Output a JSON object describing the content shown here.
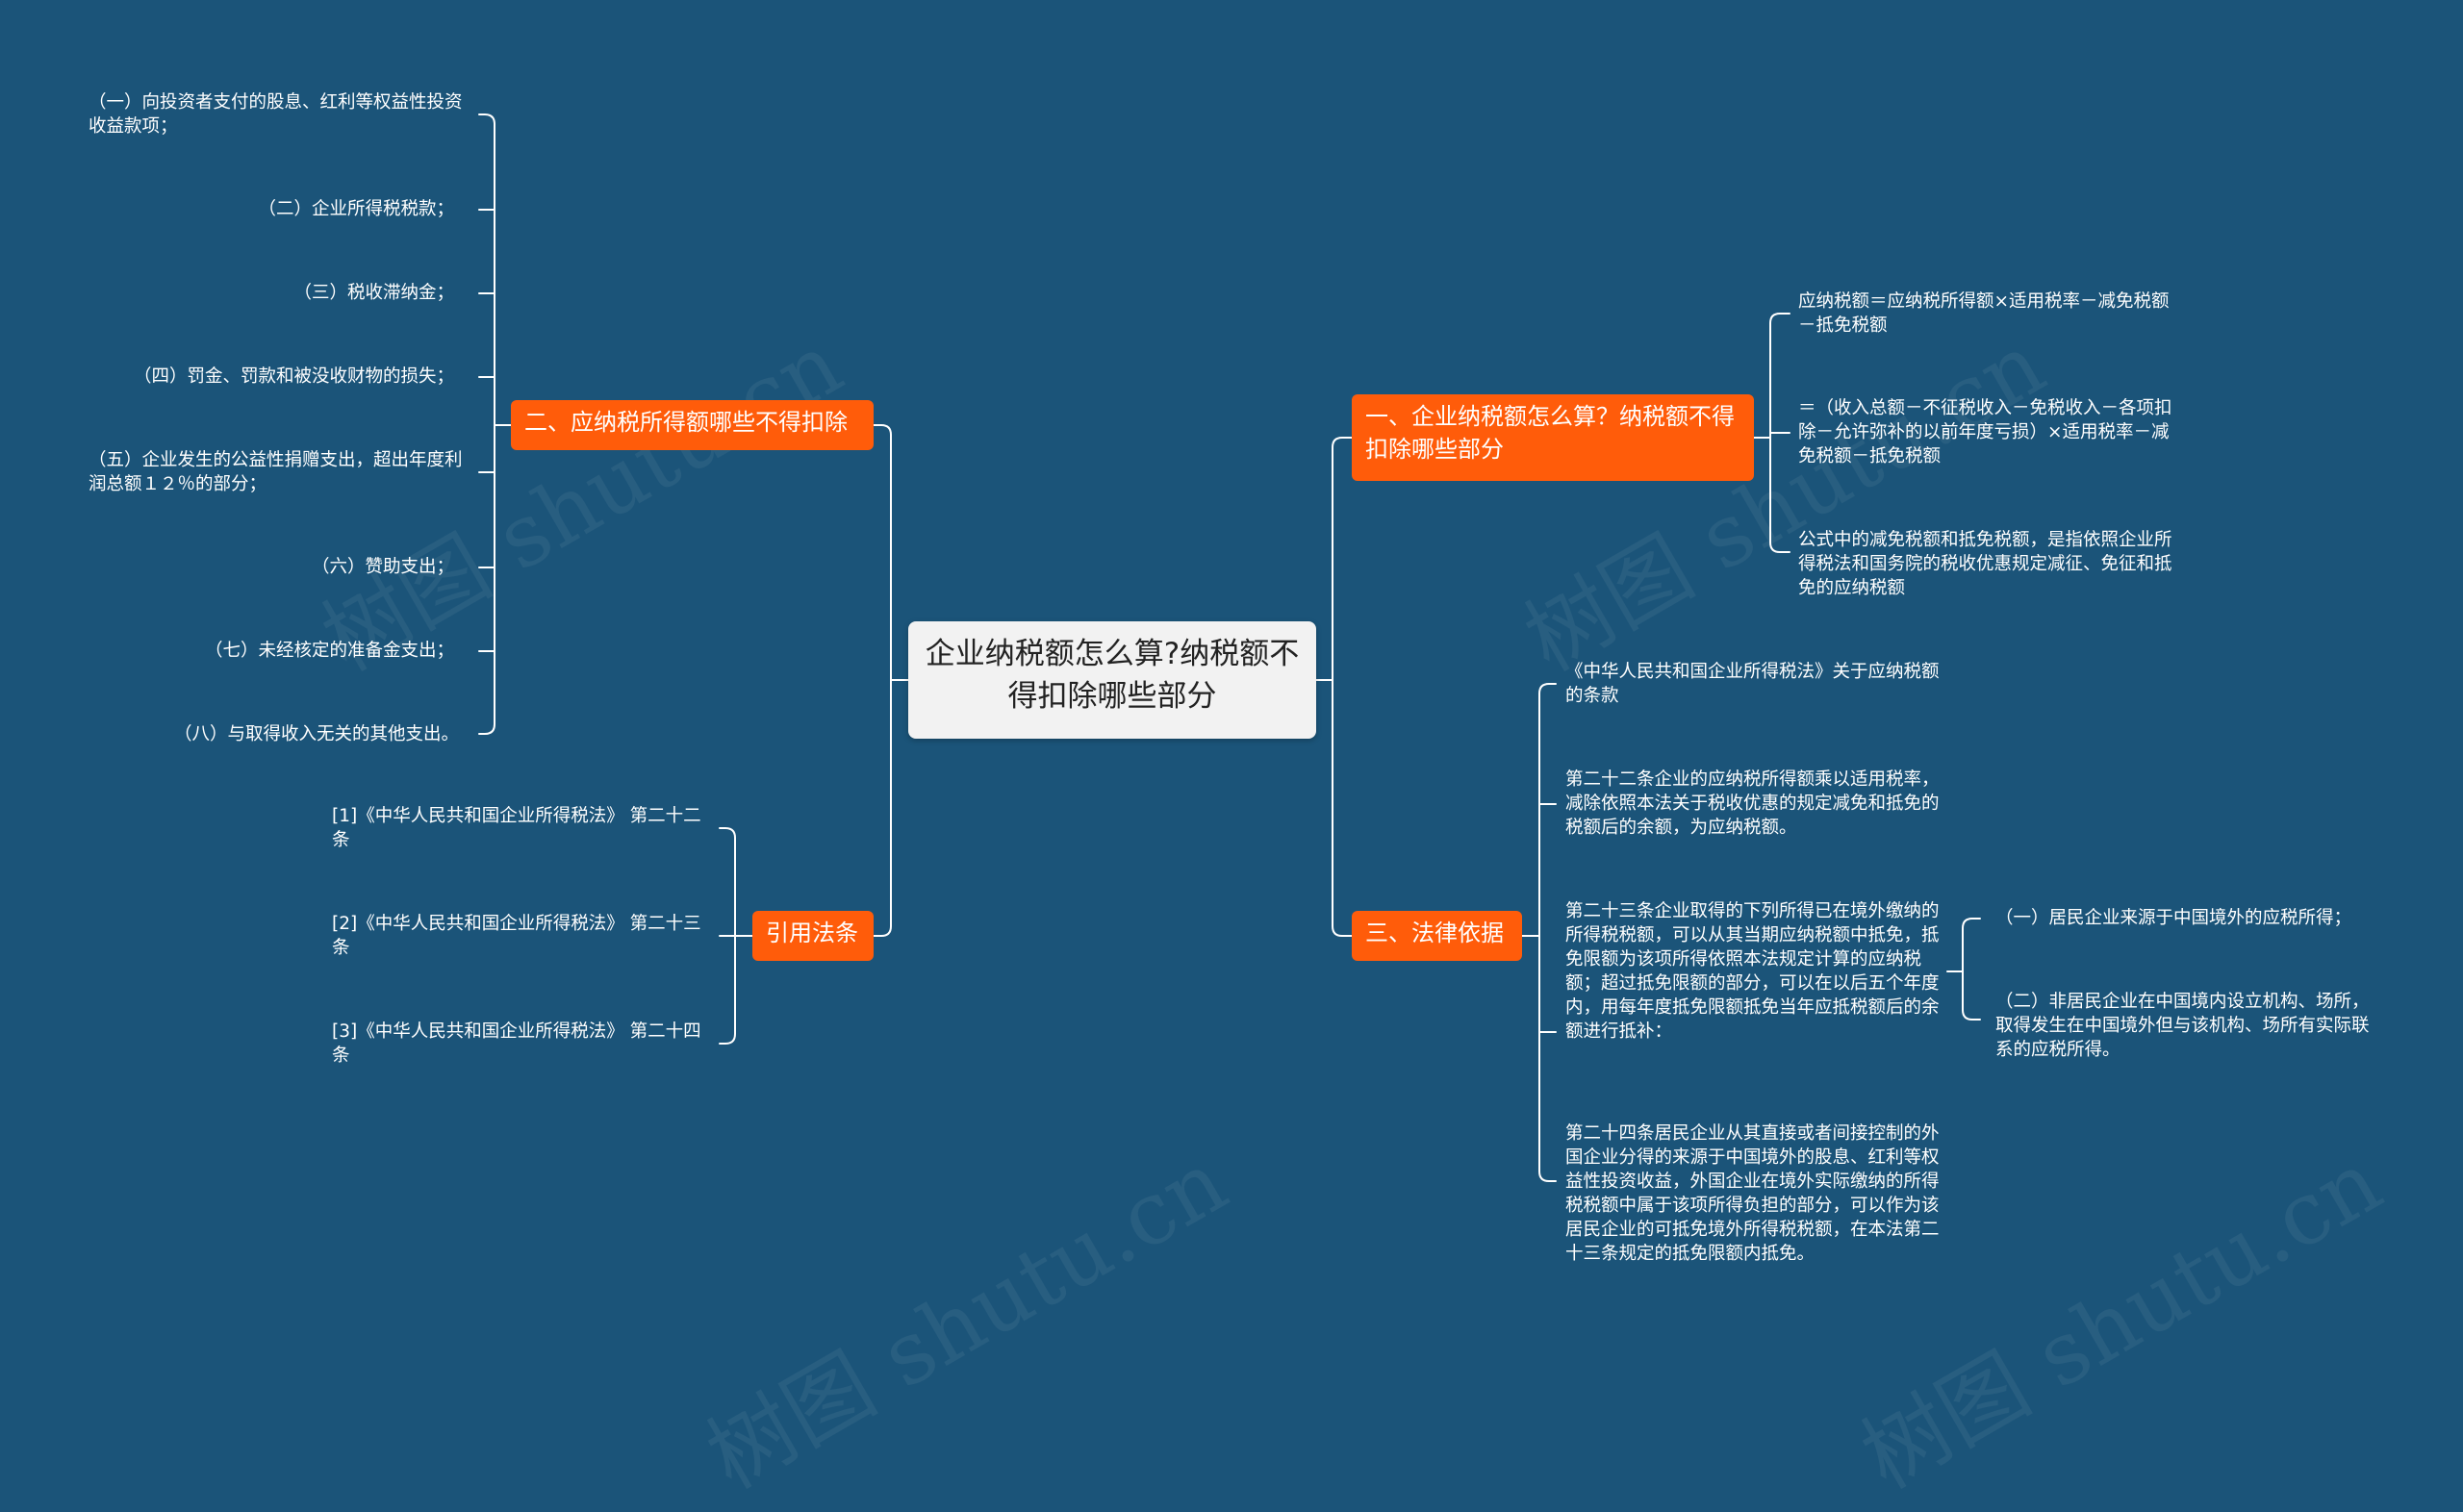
{
  "root": {
    "text": "企业纳税额怎么算?纳税额不得扣除哪些部分"
  },
  "branches": {
    "calc": {
      "label": "一、企业纳税额怎么算？纳税额不得扣除哪些部分",
      "items": [
        "应纳税额＝应纳税所得额×适用税率－减免税额－抵免税额",
        "＝（收入总额－不征税收入－免税收入－各项扣除－允许弥补的以前年度亏损）×适用税率－减免税额－抵免税额",
        "公式中的减免税额和抵免税额，是指依照企业所得税法和国务院的税收优惠规定减征、免征和抵免的应纳税额"
      ]
    },
    "nondeduct": {
      "label": "二、应纳税所得额哪些不得扣除",
      "items": [
        "（一）向投资者支付的股息、红利等权益性投资收益款项；",
        "（二）企业所得税税款；",
        "（三）税收滞纳金；",
        "（四）罚金、罚款和被没收财物的损失；",
        "（五）企业发生的公益性捐赠支出，超出年度利润总额１２％的部分；",
        "（六）赞助支出；",
        "（七）未经核定的准备金支出；",
        "（八）与取得收入无关的其他支出。"
      ]
    },
    "law": {
      "label": "三、法律依据",
      "items": [
        "《中华人民共和国企业所得税法》关于应纳税额的条款",
        "第二十二条企业的应纳税所得额乘以适用税率，减除依照本法关于税收优惠的规定减免和抵免的税额后的余额，为应纳税额。",
        "第二十三条企业取得的下列所得已在境外缴纳的所得税税额，可以从其当期应纳税额中抵免，抵免限额为该项所得依照本法规定计算的应纳税额；超过抵免限额的部分，可以在以后五个年度内，用每年度抵免限额抵免当年应抵税额后的余额进行抵补：",
        "第二十四条居民企业从其直接或者间接控制的外国企业分得的来源于中国境外的股息、红利等权益性投资收益，外国企业在境外实际缴纳的所得税税额中属于该项所得负担的部分，可以作为该居民企业的可抵免境外所得税税额，在本法第二十三条规定的抵免限额内抵免。"
      ],
      "sub_items": [
        "（一）居民企业来源于中国境外的应税所得；",
        "（二）非居民企业在中国境内设立机构、场所，取得发生在中国境外但与该机构、场所有实际联系的应税所得。"
      ]
    },
    "refs": {
      "label": "引用法条",
      "items": [
        "[1]《中华人民共和国企业所得税法》 第二十二条",
        "[2]《中华人民共和国企业所得税法》 第二十三条",
        "[3]《中华人民共和国企业所得税法》 第二十四条"
      ]
    }
  },
  "watermark": "树图 shutu.cn",
  "colors": {
    "background": "#1b5479",
    "branch": "#ff5c0a",
    "root_fill": "#f2f2f2",
    "line": "#ffffff",
    "text": "#ffffff"
  }
}
